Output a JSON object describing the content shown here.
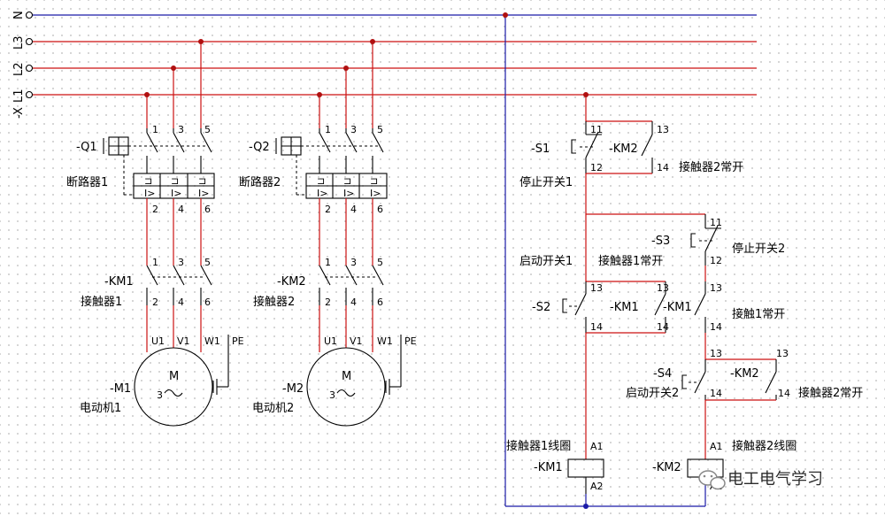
{
  "colors": {
    "phase": "#cc1111",
    "neutral": "#1a1aa8",
    "node": "#b01010"
  },
  "buses": {
    "n": "N",
    "l3": "L3",
    "l2": "L2",
    "l1": "L1",
    "x": "-X"
  },
  "terminals": {
    "t1": "1",
    "t2": "2",
    "t3": "3",
    "t4": "4",
    "t5": "5",
    "t6": "6",
    "t11": "11",
    "t12": "12",
    "t13": "13",
    "t14": "14"
  },
  "motor_terms": {
    "u1": "U1",
    "v1": "V1",
    "w1": "W1",
    "pe": "PE",
    "m": "M",
    "three": "3"
  },
  "coil_terms": {
    "a1": "A1",
    "a2": "A2"
  },
  "left": {
    "q1": "-Q1",
    "breaker1": "断路器1",
    "km1": "-KM1",
    "contactor1": "接触器1",
    "m1": "-M1",
    "motor1": "电动机1",
    "q2": "-Q2",
    "breaker2": "断路器2",
    "km2": "-KM2",
    "contactor2": "接触器2",
    "m2": "-M2",
    "motor2": "电动机2"
  },
  "control": {
    "s1": "-S1",
    "km2_a": "-KM2",
    "contactor2_no_a": "接触器2常开",
    "stop1": "停止开关1",
    "s3": "-S3",
    "stop2": "停止开关2",
    "start1": "启动开关1",
    "contactor1_no": "接触器1常开",
    "s2": "-S2",
    "km1_a": "-KM1",
    "km1_b": "-KM1",
    "contact1_no": "接触1常开",
    "s4": "-S4",
    "km2_b": "-KM2",
    "start2": "启动开关2",
    "contactor2_no_b": "接触器2常开",
    "coil1": "接触器1线圈",
    "km1_coil": "-KM1",
    "coil2": "接触器2线圈",
    "km2_coil": "-KM2"
  },
  "watermark": "电工电气学习",
  "watermark_icon": "wechat-icon"
}
